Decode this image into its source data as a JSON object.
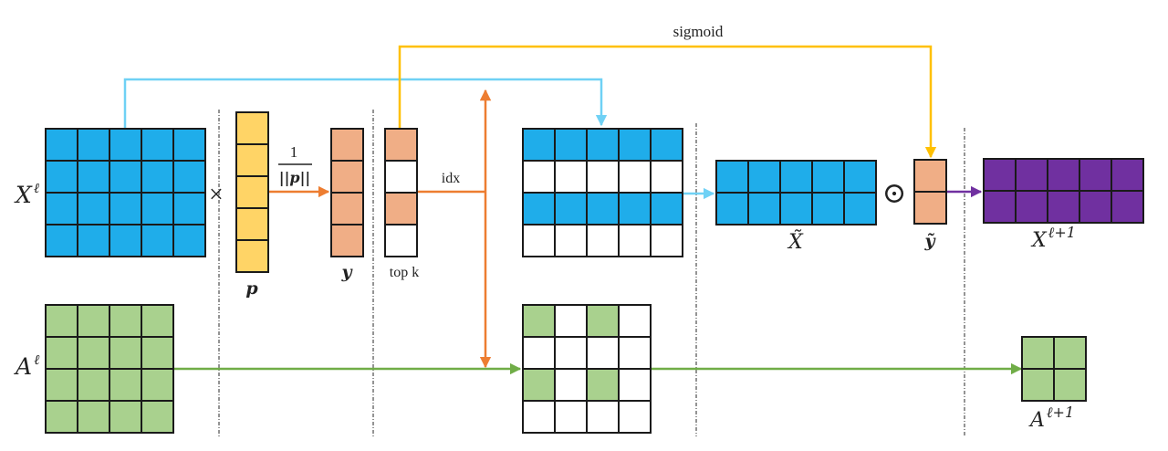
{
  "colors": {
    "blue": "#1fadea",
    "yellow": "#ffd466",
    "salmon": "#f0ae86",
    "purple": "#7030a0",
    "green": "#a9d18e",
    "white": "#ffffff",
    "arrow_blue": "#6fd1f5",
    "arrow_orange": "#ed7d31",
    "arrow_yellow": "#ffc000",
    "arrow_green": "#70ad47",
    "arrow_purple": "#7030a0"
  },
  "labels": {
    "x_l": "X",
    "x_l_sup": "ℓ",
    "times": "×",
    "frac_num": "1",
    "frac_den": "||p||",
    "p": "p",
    "y": "y",
    "topk": "top k",
    "idx": "idx",
    "sigmoid": "sigmoid",
    "x_tilde": "X̃",
    "odot": "⊙",
    "y_tilde": "ỹ",
    "x_next": "X",
    "x_next_sup": "ℓ+1",
    "a_l": "A",
    "a_l_sup": "ℓ",
    "a_next": "A",
    "a_next_sup": "ℓ+1"
  },
  "matrices": {
    "X_l": {
      "rows": 4,
      "cols": 5,
      "fill": [
        [
          "blue",
          "blue",
          "blue",
          "blue",
          "blue"
        ],
        [
          "blue",
          "blue",
          "blue",
          "blue",
          "blue"
        ],
        [
          "blue",
          "blue",
          "blue",
          "blue",
          "blue"
        ],
        [
          "blue",
          "blue",
          "blue",
          "blue",
          "blue"
        ]
      ]
    },
    "p": {
      "rows": 5,
      "cols": 1,
      "fill": [
        [
          "yellow"
        ],
        [
          "yellow"
        ],
        [
          "yellow"
        ],
        [
          "yellow"
        ],
        [
          "yellow"
        ]
      ]
    },
    "y": {
      "rows": 4,
      "cols": 1,
      "fill": [
        [
          "salmon"
        ],
        [
          "salmon"
        ],
        [
          "salmon"
        ],
        [
          "salmon"
        ]
      ]
    },
    "topk": {
      "rows": 4,
      "cols": 1,
      "fill": [
        [
          "salmon"
        ],
        [
          "white"
        ],
        [
          "salmon"
        ],
        [
          "white"
        ]
      ]
    },
    "X_selected": {
      "rows": 4,
      "cols": 5,
      "fill": [
        [
          "blue",
          "blue",
          "blue",
          "blue",
          "blue"
        ],
        [
          "white",
          "white",
          "white",
          "white",
          "white"
        ],
        [
          "blue",
          "blue",
          "blue",
          "blue",
          "blue"
        ],
        [
          "white",
          "white",
          "white",
          "white",
          "white"
        ]
      ]
    },
    "X_tilde": {
      "rows": 2,
      "cols": 5,
      "fill": [
        [
          "blue",
          "blue",
          "blue",
          "blue",
          "blue"
        ],
        [
          "blue",
          "blue",
          "blue",
          "blue",
          "blue"
        ]
      ]
    },
    "y_tilde": {
      "rows": 2,
      "cols": 1,
      "fill": [
        [
          "salmon"
        ],
        [
          "salmon"
        ]
      ]
    },
    "X_next": {
      "rows": 2,
      "cols": 5,
      "fill": [
        [
          "purple",
          "purple",
          "purple",
          "purple",
          "purple"
        ],
        [
          "purple",
          "purple",
          "purple",
          "purple",
          "purple"
        ]
      ]
    },
    "A_l": {
      "rows": 4,
      "cols": 4,
      "fill": [
        [
          "green",
          "green",
          "green",
          "green"
        ],
        [
          "green",
          "green",
          "green",
          "green"
        ],
        [
          "green",
          "green",
          "green",
          "green"
        ],
        [
          "green",
          "green",
          "green",
          "green"
        ]
      ]
    },
    "A_selected": {
      "rows": 4,
      "cols": 4,
      "fill": [
        [
          "green",
          "white",
          "green",
          "white"
        ],
        [
          "white",
          "white",
          "white",
          "white"
        ],
        [
          "green",
          "white",
          "green",
          "white"
        ],
        [
          "white",
          "white",
          "white",
          "white"
        ]
      ]
    },
    "A_next": {
      "rows": 2,
      "cols": 2,
      "fill": [
        [
          "green",
          "green"
        ],
        [
          "green",
          "green"
        ]
      ]
    }
  }
}
